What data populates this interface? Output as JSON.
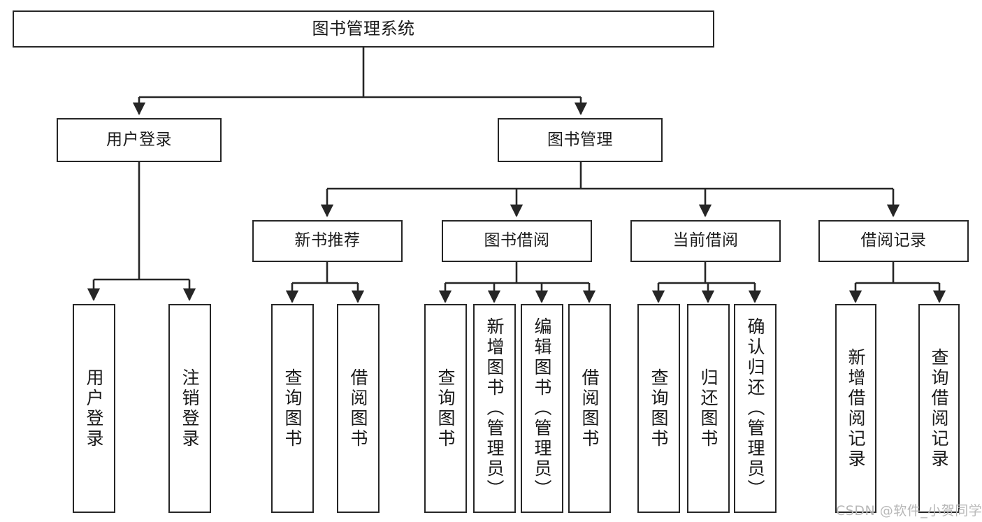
{
  "diagram": {
    "title": "图书管理系统",
    "type": "功能结构图",
    "colors": {
      "box_border": "#262626",
      "box_fill": "#ffffff",
      "edge": "#262626",
      "text": "#1a1a1a",
      "watermark": "#b8b8b8",
      "background": "#ffffff"
    },
    "levels": {
      "root": {
        "label": "图书管理系统"
      },
      "level2": [
        {
          "id": "user-login",
          "label": "用户登录"
        },
        {
          "id": "book-manage",
          "label": "图书管理"
        }
      ],
      "level3": [
        {
          "id": "new-book-recommend",
          "label": "新书推荐"
        },
        {
          "id": "book-borrow",
          "label": "图书借阅"
        },
        {
          "id": "current-borrow",
          "label": "当前借阅"
        },
        {
          "id": "borrow-record",
          "label": "借阅记录"
        }
      ],
      "leaves": [
        {
          "id": "leaf-user-login",
          "label": "用户登录",
          "parent": "user-login"
        },
        {
          "id": "leaf-logout-login",
          "label": "注销登录",
          "parent": "user-login"
        },
        {
          "id": "leaf-query-book-1",
          "label": "查询图书",
          "parent": "new-book-recommend"
        },
        {
          "id": "leaf-borrow-book-1",
          "label": "借阅图书",
          "parent": "new-book-recommend"
        },
        {
          "id": "leaf-query-book-2",
          "label": "查询图书",
          "parent": "book-borrow"
        },
        {
          "id": "leaf-add-book",
          "label": "新增图书（管理员）",
          "parent": "book-borrow"
        },
        {
          "id": "leaf-edit-book",
          "label": "编辑图书（管理员）",
          "parent": "book-borrow"
        },
        {
          "id": "leaf-borrow-book-2",
          "label": "借阅图书",
          "parent": "book-borrow"
        },
        {
          "id": "leaf-query-book-3",
          "label": "查询图书",
          "parent": "current-borrow"
        },
        {
          "id": "leaf-return-book",
          "label": "归还图书",
          "parent": "current-borrow"
        },
        {
          "id": "leaf-confirm-return",
          "label": "确认归还（管理员）",
          "parent": "current-borrow"
        },
        {
          "id": "leaf-add-record",
          "label": "新增借阅记录",
          "parent": "borrow-record"
        },
        {
          "id": "leaf-query-record",
          "label": "查询借阅记录",
          "parent": "borrow-record"
        }
      ]
    },
    "watermark": "CSDN @软件_小贺同学"
  }
}
